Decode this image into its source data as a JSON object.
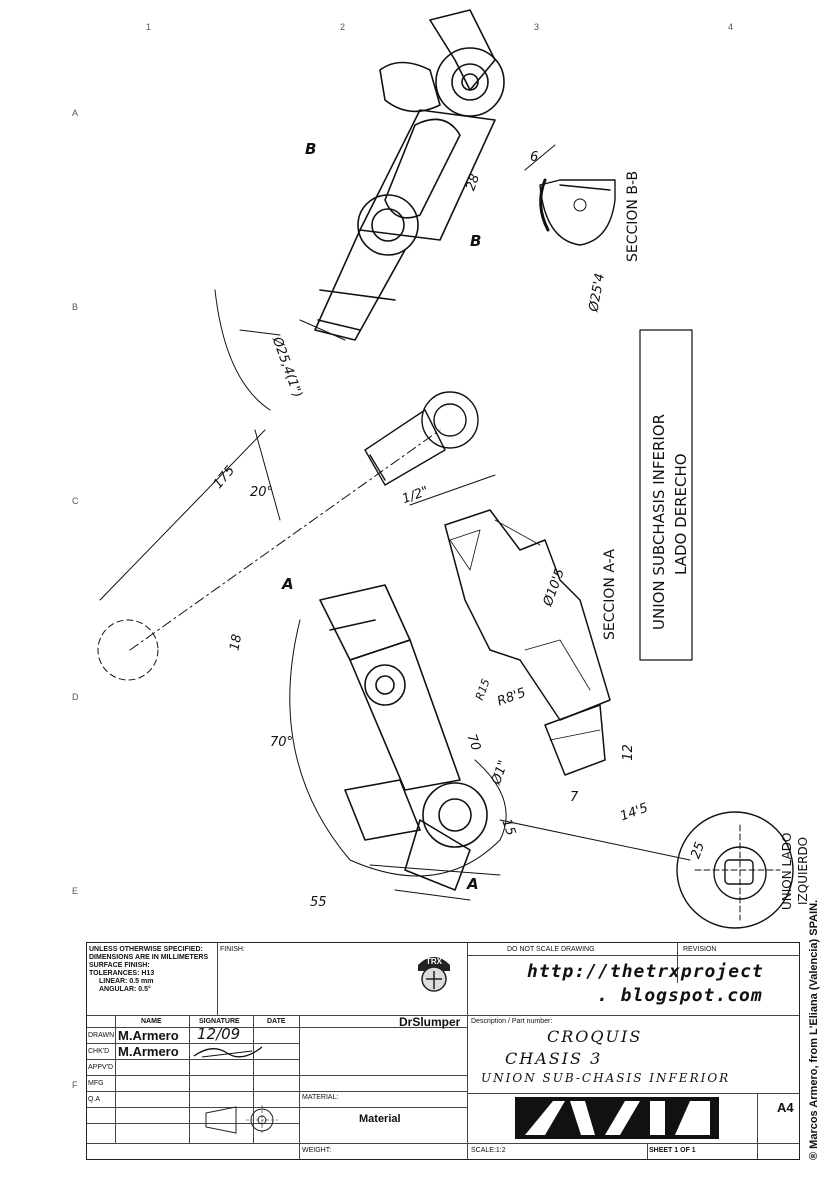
{
  "grid": {
    "columns": [
      "1",
      "2",
      "3",
      "4"
    ],
    "rows": [
      "A",
      "B",
      "C",
      "D",
      "E",
      "F"
    ]
  },
  "drawing": {
    "section_bb_title": "SECCION B-B",
    "section_aa_title": "SECCION A-A",
    "side_note_line1": "UNION SUBCHASIS INFERIOR",
    "side_note_line2": "LADO DERECHO",
    "circle_note_line1": "UNION LADO",
    "circle_note_line2": "IZQUIERDO",
    "dims": {
      "d_175": "175",
      "d_20deg": "20°",
      "d_18": "18",
      "d_70deg": "70°",
      "d_70": "70",
      "d_15": "15",
      "d_55": "55",
      "d_12": "1/2\"",
      "d_25_4": "Ø25,4(1\")",
      "d_28": "28",
      "d_1in": "Ø1\"",
      "d_14_5": "14'5",
      "d_7": "7",
      "d_r8": "R8'5",
      "d_r15": "R15",
      "d_10_5": "Ø10'5",
      "d_6": "6",
      "d_15_4": "Ø25'4",
      "d_12b": "12",
      "d_25": "25",
      "d_aa": "A",
      "d_bb": "B"
    }
  },
  "title_block": {
    "notes_line1": "UNLESS OTHERWISE SPECIFIED:",
    "notes_line2": "DIMENSIONS ARE IN MILLIMETERS",
    "notes_line3": "SURFACE FINISH:",
    "notes_line4": "TOLERANCES: H13",
    "notes_line5": "LINEAR: 0.5 mm",
    "notes_line6": "ANGULAR: 0.5°",
    "finish_label": "FINISH:",
    "logo_text": "TRX",
    "brand": "DrSlumper",
    "do_not_scale": "DO NOT SCALE DRAWING",
    "revision_label": "REVISION",
    "url_line1": "http://thetrxproject",
    "url_line2": ". blogspot.com",
    "col_name": "NAME",
    "col_signature": "SIGNATURE",
    "col_date": "DATE",
    "row_drawn": "DRAWN",
    "row_chkd": "CHK'D",
    "row_appvd": "APPV'D",
    "row_mfg": "MFG",
    "row_qa": "Q.A",
    "drawn_name": "M.Armero",
    "chkd_name": "M.Armero",
    "drawn_date": "12/09",
    "desc_label": "Description / Part number:",
    "title_1": "CROQUIS",
    "title_2": "CHASIS  3",
    "title_3": "UNION SUB-CHASIS INFERIOR",
    "material_label": "MATERIAL:",
    "material_value": "Material",
    "weight_label": "WEIGHT:",
    "scale_label": "SCALE:1:2",
    "sheet_label": "SHEET 1 OF 1",
    "size": "A4"
  },
  "copyright": "® Marcos Armero, from L'Eliana (Valencia) SPAIN."
}
